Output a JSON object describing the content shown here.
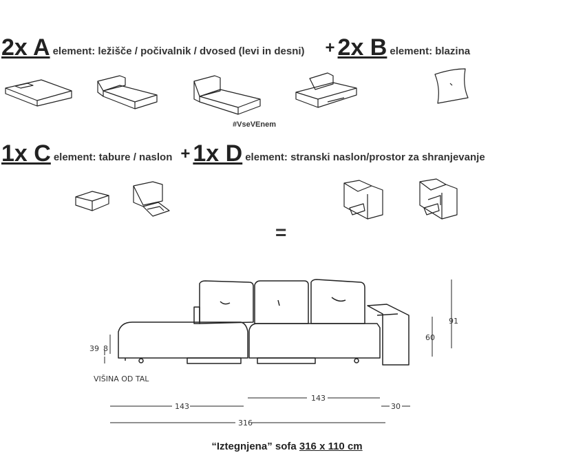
{
  "heading_ab": {
    "a_count": "2x A",
    "a_desc": "element: ležišče / počivalnik / dvosed (levi in desni)",
    "plus": "+",
    "b_count": "2x B",
    "b_desc": "element: blazina"
  },
  "hashtag": "#VseVEnem",
  "heading_cd": {
    "c_count": "1x C",
    "c_desc": "element: tabure / naslon",
    "plus": "+",
    "d_count": "1x D",
    "d_desc": "element: stranski naslon/prostor za shranjevanje"
  },
  "equals": "=",
  "dimensions": {
    "height_total": "91",
    "height_seat": "60",
    "height_low": "39",
    "height_floor": "8",
    "floor_label": "VIŠINA OD TAL",
    "width_left": "143",
    "width_right": "143",
    "width_arm": "30",
    "width_total": "316"
  },
  "caption": {
    "text": "“Iztegnjena” sofa",
    "dims": "316 x 110 cm"
  },
  "colors": {
    "ink": "#222222",
    "background": "#ffffff"
  }
}
